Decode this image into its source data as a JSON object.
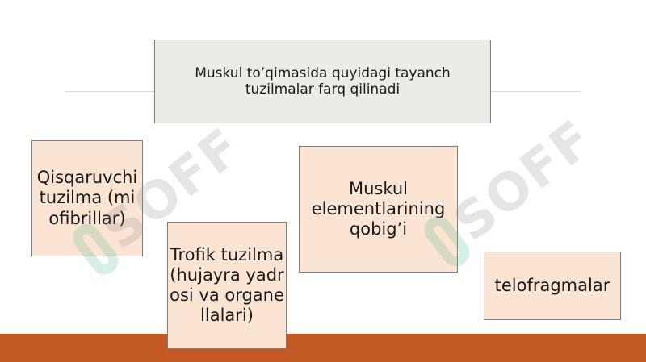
{
  "diagram": {
    "title": "Muskul to’qimasida  quyidagi tayanch tuzilmalar farq qilinadi",
    "nodes": [
      {
        "label": "Qisqaruvchi tuzilma (miofibrillar)"
      },
      {
        "label": "Trofik tuzilma (hujayra yadrosi va organellalari)"
      },
      {
        "label": "Muskul elementlarining qobig’i"
      },
      {
        "label": "telofragmalar"
      }
    ]
  },
  "watermark": {
    "text": "SOFF",
    "mark_color": "#4fbf8f",
    "text_color": "#8c8c8c"
  },
  "colors": {
    "title_fill": "#ecebe7",
    "node_fill": "#fce4d2",
    "footer": "#c35a23",
    "border": "#7f7f7f"
  }
}
